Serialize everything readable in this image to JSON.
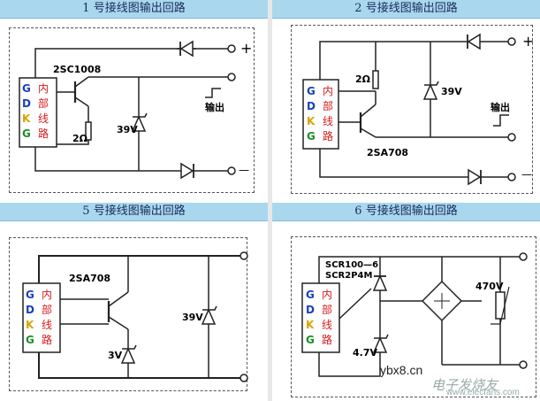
{
  "panels": [
    {
      "title": "1 号接线图输出回路",
      "transistor": "2SC1008",
      "resistor": "2Ω",
      "zener": "39V",
      "plus": "+",
      "minus": "—",
      "output": "输出",
      "box_letters": [
        "G",
        "D",
        "K",
        "G"
      ],
      "box_label": [
        "内",
        "部",
        "线",
        "路"
      ]
    },
    {
      "title": "2 号接线图输出回路",
      "transistor": "2SA708",
      "resistor": "2Ω",
      "zener": "39V",
      "plus": "+",
      "minus": "—",
      "output": "输出",
      "box_letters": [
        "G",
        "D",
        "K",
        "G"
      ],
      "box_label": [
        "内",
        "部",
        "线",
        "路"
      ]
    },
    {
      "title": "5 号接线图输出回路",
      "transistor": "2SA708",
      "zener_big": "39V",
      "zener_small": "3V",
      "box_letters": [
        "G",
        "D",
        "K",
        "G"
      ],
      "box_label": [
        "内",
        "部",
        "线",
        "路"
      ]
    },
    {
      "title": "6 号接线图输出回路",
      "scr1": "SCR100—6",
      "scr2": "SCR2P4M",
      "zener": "4.7V",
      "varistor": "470V",
      "box_letters": [
        "G",
        "D",
        "K",
        "G"
      ],
      "box_label": [
        "内",
        "部",
        "线",
        "路"
      ]
    }
  ],
  "colors": {
    "title_bg": "#a9d8ee",
    "letter_G": "#1a3fc0",
    "letter_D": "#1a3fc0",
    "letter_K": "#d8a400",
    "letter_G2": "#1a8f2a",
    "box_label": "#d81a1a"
  },
  "watermark": {
    "site": "ybx8.cn",
    "brand": "电子发烧友",
    "url": "www.elecfans.com"
  }
}
